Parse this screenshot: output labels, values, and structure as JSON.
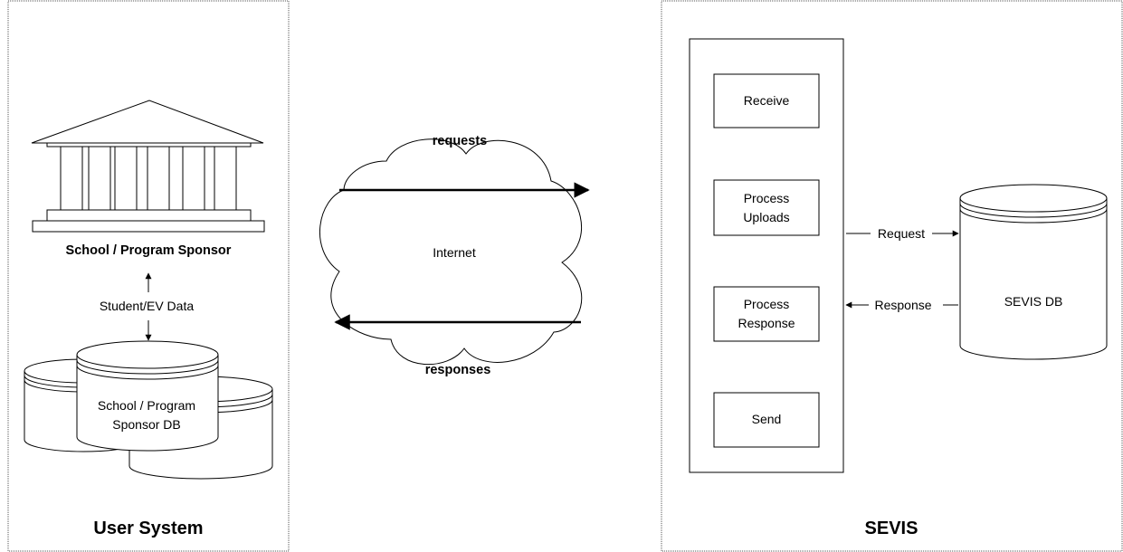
{
  "user_system": {
    "title": "User System",
    "sponsor_label": "School / Program Sponsor",
    "data_label": "Student/EV Data",
    "db_label_line1": "School / Program",
    "db_label_line2": "Sponsor DB"
  },
  "internet": {
    "label": "Internet",
    "requests_label": "requests",
    "responses_label": "responses"
  },
  "sevis": {
    "title": "SEVIS",
    "receive_label": "Receive",
    "process_uploads_line1": "Process",
    "process_uploads_line2": "Uploads",
    "process_response_line1": "Process",
    "process_response_line2": "Response",
    "send_label": "Send",
    "request_label": "Request",
    "response_label": "Response",
    "db_label": "SEVIS DB"
  }
}
